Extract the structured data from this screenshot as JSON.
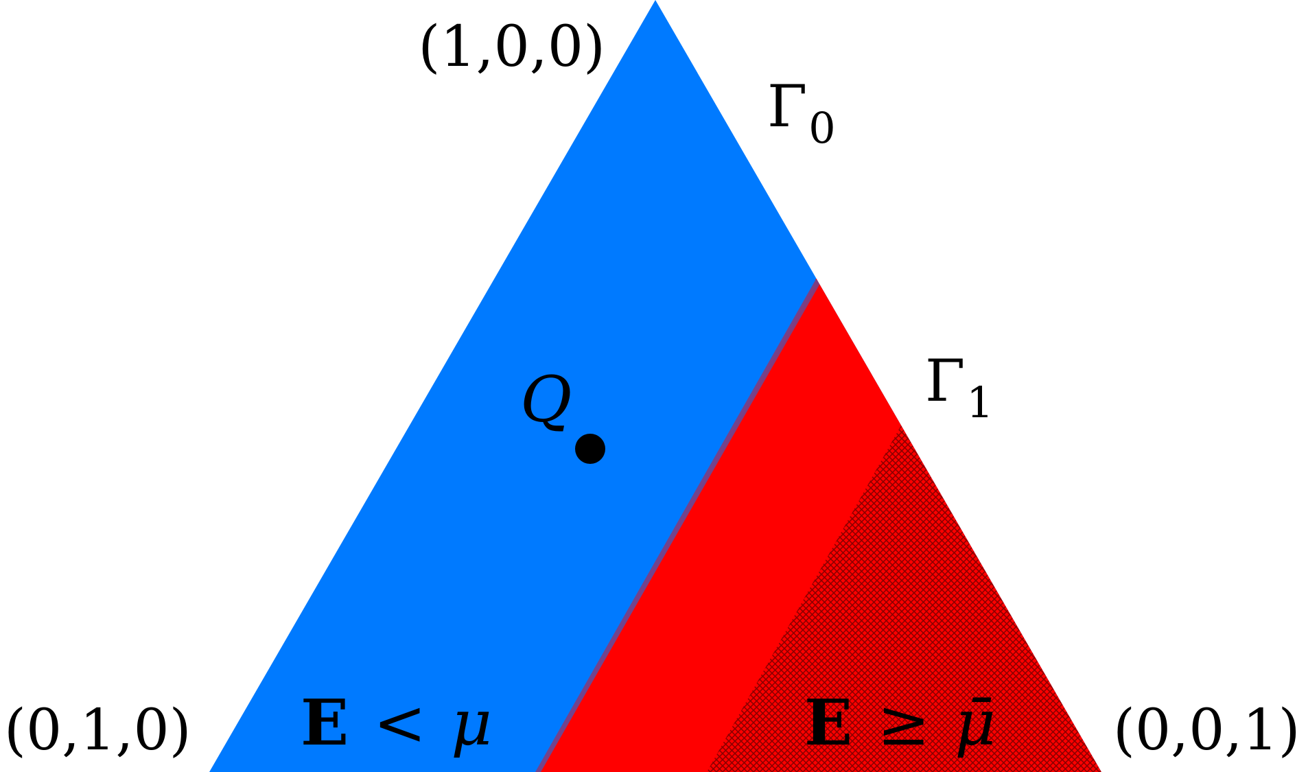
{
  "diagram": {
    "vertices": {
      "top": "(1,0,0)",
      "bottom_left": "(0,1,0)",
      "bottom_right": "(0,0,1)"
    },
    "boundaries": {
      "gamma0": {
        "symbol": "Γ",
        "subscript": "0"
      },
      "gamma1": {
        "symbol": "Γ",
        "subscript": "1"
      }
    },
    "point": {
      "label": "Q"
    },
    "regions": {
      "lower": {
        "lhs": "E",
        "op": "<",
        "rhs": "μ",
        "color": "#007AFF"
      },
      "upper": {
        "lhs": "E",
        "op": "≥",
        "rhs": "μ̄",
        "color": "#FF0000",
        "hatch_color": "#8B0000"
      }
    }
  }
}
